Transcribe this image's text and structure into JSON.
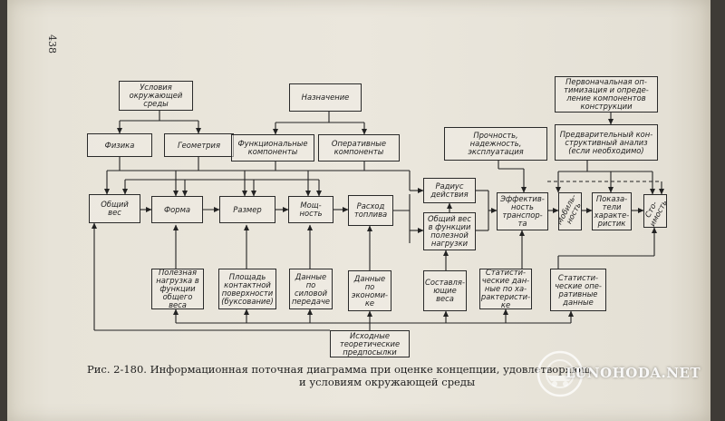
{
  "page_number": "438",
  "boxes": {
    "env_conditions": "Условия\nокружающей\nсреды",
    "purpose": "Назначение",
    "initial_opt": "Первоначальная оп-\nтимизация и опреде-\nление компонентов\nконструкции",
    "physics": "Физика",
    "geometry": "Геометрия",
    "functional": "Функциональные\nкомпоненты",
    "operative": "Оперативные\nкомпоненты",
    "strength": "Прочность,\nнадежность,\nэксплуатация",
    "prelim_analysis": "Предварительный кон-\nструктивный анализ\n(если необходимо)",
    "total_weight": "Общий\nвес",
    "shape": "Форма",
    "size": "Размер",
    "power": "Мощ-\nность",
    "fuel": "Расход\nтоплива",
    "range": "Радиус\nдействия",
    "weight_payload": "Общий вес\nв функции\nполезной\nнагрузки",
    "efficiency": "Эффектив-\nность\nтранспор-\nта",
    "mobility": "Мобиль-\nность",
    "indicators": "Показа-\nтели\nхаракте-\nристик",
    "cost": "Сто-\nимость",
    "payload_fn": "Полезная\nнагрузка в\nфункции\nобщего\nвеса",
    "contact_area": "Площадь\nконтактной\nповерхности\n(буксование)",
    "power_data": "Данные\nпо\nсиловой\nпередаче",
    "economy_data": "Данные\nпо\nэкономи-\nке",
    "weight_components": "Составля-\nющие\nвеса",
    "stat_data": "Статисти-\nческие дан-\nные по ха-\nрактеристи-\nке",
    "stat_oper": "Статисти-\nческие опе-\nративные\nданные",
    "theory": "Исходные\nтеоретические\nпредпосылки"
  },
  "caption": {
    "line1": "Рис. 2-180. Информационная поточная диаграмма при оценке концепции, удовлетворяющ",
    "line2": "и условиям окружающей среды"
  },
  "watermark": "LUNOHODA.NET"
}
